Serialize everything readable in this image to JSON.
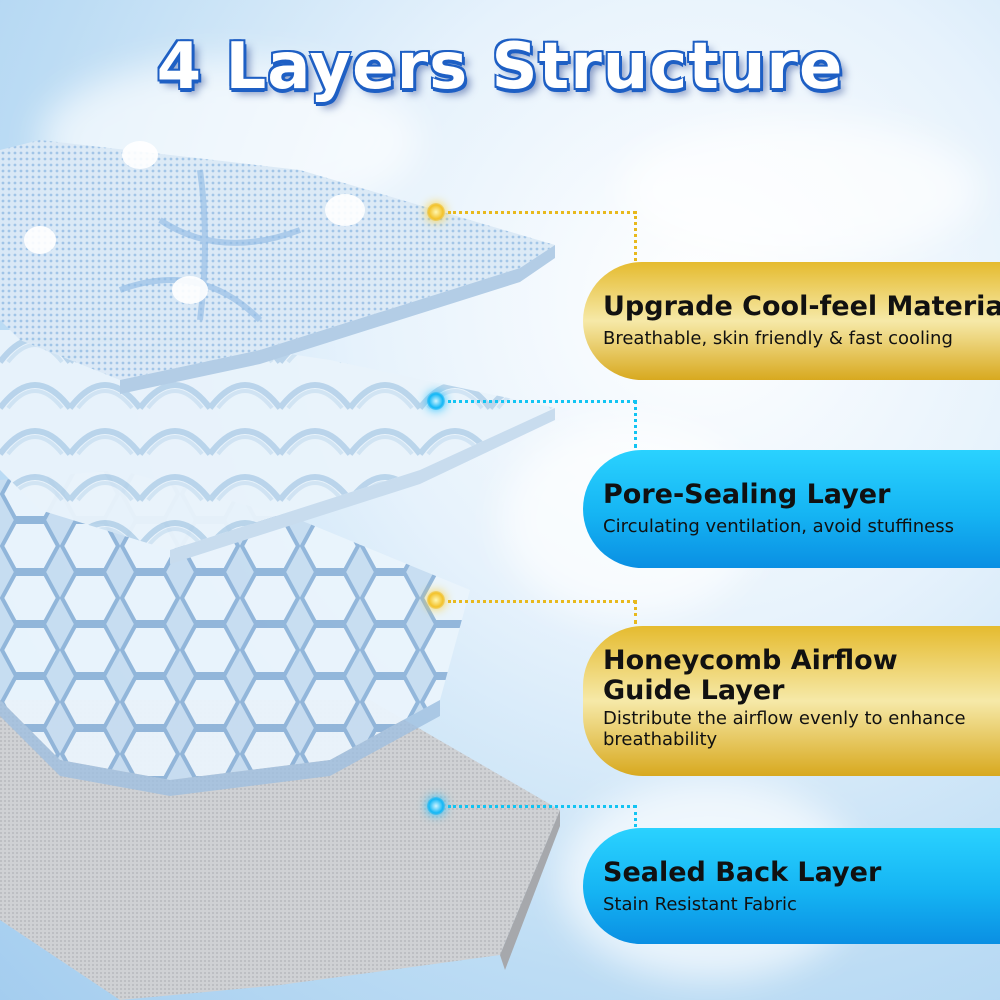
{
  "title": "4 Layers Structure",
  "colors": {
    "gold": "#e5bb2f",
    "blue": "#15b4f3",
    "title_outline": "#1e5fc4"
  },
  "layers": [
    {
      "heading": "Upgrade Cool-feel Material",
      "description": "Breathable, skin friendly & fast cooling",
      "style": "gold"
    },
    {
      "heading": "Pore-Sealing Layer",
      "description": "Circulating ventilation, avoid stuffiness",
      "style": "blue"
    },
    {
      "heading": "Honeycomb Airflow Guide Layer",
      "description": "Distribute the airflow evenly to enhance breathability",
      "style": "gold"
    },
    {
      "heading": "Sealed Back Layer",
      "description": "Stain Resistant Fabric",
      "style": "blue"
    }
  ]
}
